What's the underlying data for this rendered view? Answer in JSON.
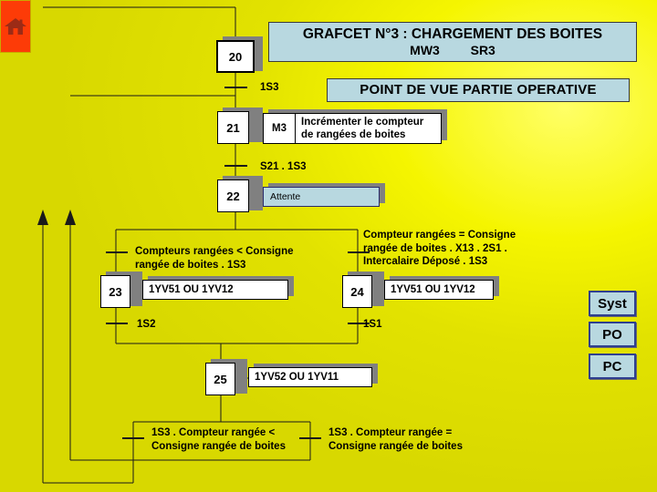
{
  "page": {
    "background_color": "#dada00",
    "accent_panel_color": "#b8d8e0",
    "home_button_color": "#fd3b07"
  },
  "home": {
    "icon": "home-icon",
    "label": ""
  },
  "titles": {
    "main": "GRAFCET N°3 : CHARGEMENT DES BOITES",
    "main_sub_left": "MW3",
    "main_sub_right": "SR3",
    "viewpoint": "POINT DE VUE PARTIE OPERATIVE"
  },
  "steps": [
    {
      "id": "20",
      "initial": true
    },
    {
      "id": "21",
      "initial": false
    },
    {
      "id": "22",
      "initial": false
    },
    {
      "id": "23",
      "initial": false
    },
    {
      "id": "24",
      "initial": false
    },
    {
      "id": "25",
      "initial": false
    }
  ],
  "actions": {
    "step21_code": "M3",
    "step21_text": "Incrémenter le compteur\nde rangées de boites",
    "step22_text": "Attente",
    "step23_text": "1YV51 OU  1YV12",
    "step24_text": "1YV51 OU  1YV12",
    "step25_text": "1YV52 OU  1YV11"
  },
  "transitions": {
    "t20_21": "1S3",
    "t21_22": "S21 . 1S3",
    "t22_23": "Compteurs rangées < Consigne\nrangée de boites . 1S3",
    "t22_24": "Compteur rangées = Consigne\nrangée de boites . X13 . 2S1 .\nIntercalaire Déposé . 1S3",
    "t23_25": "1S2",
    "t24_25": "1S1",
    "t25_left": "1S3 . Compteur rangée <\nConsigne rangée de boites",
    "t25_right": "1S3 . Compteur rangée =\nConsigne rangée de boites"
  },
  "nav_buttons": [
    {
      "label": "Syst"
    },
    {
      "label": "PO"
    },
    {
      "label": "PC"
    }
  ]
}
